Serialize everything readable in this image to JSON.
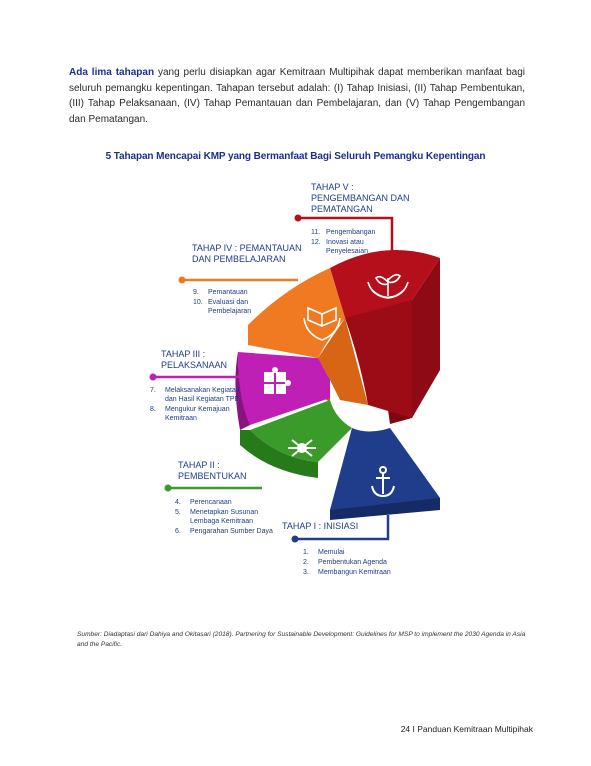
{
  "intro": {
    "lead": "Ada lima tahapan",
    "rest": " yang perlu disiapkan agar Kemitraan Multipihak dapat memberikan manfaat bagi seluruh pemangku kepentingan. Tahapan tersebut adalah: (I) Tahap Inisiasi, (II) Tahap Pembentukan, (III) Tahap Pelaksanaan, (IV) Tahap Pemantauan dan Pembelajaran, dan (V) Tahap Pengembangan dan Pematangan."
  },
  "figure": {
    "title": "5 Tahapan Mencapai KMP yang Bermanfaat Bagi Seluruh Pemangku Kepentingan",
    "stages": [
      {
        "title": "TAHAP I : INISIASI",
        "color": "#1f3d8a",
        "icon": "anchor-icon",
        "items": [
          {
            "num": "1.",
            "text": "Memulai"
          },
          {
            "num": "2.",
            "text": "Pembentukan Agenda"
          },
          {
            "num": "3.",
            "text": "Membangun Kemitraan"
          }
        ]
      },
      {
        "title": "TAHAP II : PEMBENTUKAN",
        "color": "#3a9a2a",
        "icon": "handshake-icon",
        "items": [
          {
            "num": "4.",
            "text": "Perencanaan"
          },
          {
            "num": "5.",
            "text": "Menetapkan Susunan Lembaga Kemitraan"
          },
          {
            "num": "6.",
            "text": "Pengarahan Sumber Daya"
          }
        ]
      },
      {
        "title": "TAHAP III : PELAKSANAAN",
        "color": "#c01fb5",
        "icon": "puzzle-icon",
        "items": [
          {
            "num": "7.",
            "text": "Melaksanakan Kegiatan dan Hasil Kegiatan TPB"
          },
          {
            "num": "8.",
            "text": "Mengukur Kemajuan Kemitraan"
          }
        ]
      },
      {
        "title": "TAHAP IV : PEMANTAUAN DAN PEMBELAJARAN",
        "color": "#f07a21",
        "icon": "book-hands-icon",
        "items": [
          {
            "num": "9.",
            "text": "Pemantauan"
          },
          {
            "num": "10.",
            "text": "Evaluasi dan Pembelajaran"
          }
        ]
      },
      {
        "title": "TAHAP V : PENGEMBANGAN DAN PEMATANGAN",
        "color": "#b50f1b",
        "icon": "plant-hands-icon",
        "items": [
          {
            "num": "11.",
            "text": "Pengembangan"
          },
          {
            "num": "12.",
            "text": "Inovasi atau Penyelesaian"
          }
        ]
      }
    ]
  },
  "source": "Sumber: Diadaptasi dari Dahiya and Okitasari (2018). Partnering for Sustainable Development: Guidelines for MSP to implement the 2030 Agenda in Asia and the Pacific.",
  "footer": "24  I Panduan Kemitraan Multipihak"
}
